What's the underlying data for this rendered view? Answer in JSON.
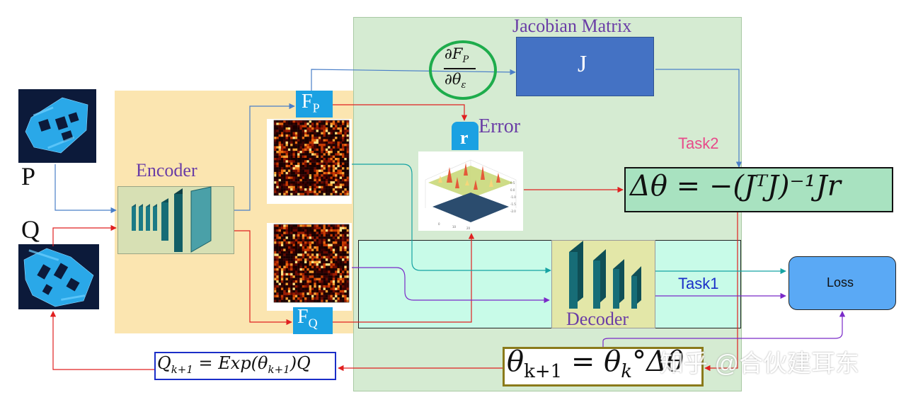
{
  "labels": {
    "jacobian_title": "Jacobian Matrix",
    "jacobian_symbol": "J",
    "error_label": "Error",
    "r_symbol": "r",
    "task2": "Task2",
    "task1": "Task1",
    "encoder": "Encoder",
    "decoder": "Decoder",
    "loss": "Loss",
    "p_label": "P",
    "q_label": "Q",
    "fp_main": "F",
    "fp_sub": "P",
    "fq_main": "F",
    "fq_sub": "Q"
  },
  "equations": {
    "derivative_num": "∂F",
    "derivative_num_sub": "P",
    "derivative_den": "∂θ",
    "derivative_den_sub": "ε",
    "gauss_newton": "Δθ = −(JᵀJ)⁻¹Jr",
    "theta_update_lhs": "θ",
    "theta_update_lhs_sub": "k+1",
    "theta_update_rhs": " = θ",
    "theta_update_rhs_sub": "k",
    "theta_update_tail": "°Δθ",
    "q_update": "Q",
    "q_update_sub": "k+1",
    "q_update_tail": " = Exp(θ",
    "q_update_tail_sub": "k+1",
    "q_update_end": ")Q"
  },
  "watermark": "知乎 @合伙建耳东",
  "colors": {
    "encoder_bg": "#fbe5b0",
    "main_bg": "#d5ebd2",
    "decoder_region_bg": "#c8fbe8",
    "decoder_box_bg": "#e3e7a8",
    "jacobian_box": "#4472c4",
    "feature_box": "#1ba1e2",
    "equation_bg": "#a8e2c0",
    "loss_box": "#5aa9f5",
    "arrow_blue": "#4a7fc8",
    "arrow_red": "#e02020",
    "arrow_teal": "#16a3a3",
    "arrow_purple": "#7a2ac8",
    "circle_green": "#1eac4c",
    "label_purple": "#6a3da6",
    "task2_pink": "#e84a8a",
    "task1_blue": "#1a2ec8"
  }
}
